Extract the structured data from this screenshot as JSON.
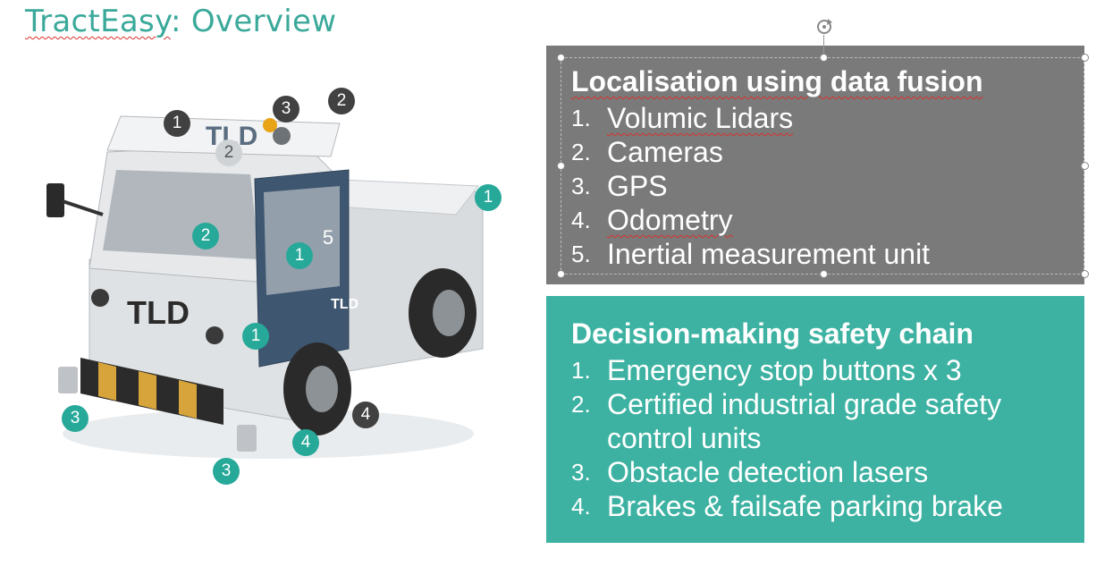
{
  "title": "TractEasy: Overview",
  "localisation": {
    "heading": "Localisation using data fusion",
    "items": [
      {
        "num": "1.",
        "label": "Volumic Lidars"
      },
      {
        "num": "2.",
        "label": "Cameras"
      },
      {
        "num": "3.",
        "label": "GPS"
      },
      {
        "num": "4.",
        "label": "Odometry"
      },
      {
        "num": "5.",
        "label": "Inertial measurement unit"
      }
    ]
  },
  "safety": {
    "heading": "Decision-making safety chain",
    "items": [
      {
        "num": "1.",
        "label": "Emergency stop buttons x 3"
      },
      {
        "num": "2.",
        "label": "Certified industrial grade safety control units"
      },
      {
        "num": "3.",
        "label": "Obstacle detection lasers"
      },
      {
        "num": "4.",
        "label": "Brakes & failsafe parking brake"
      }
    ]
  },
  "vehicle_logo": "TLD",
  "markers": {
    "dark": [
      "1",
      "3",
      "2",
      "4"
    ],
    "light": [
      "2"
    ],
    "plain": [
      "5"
    ],
    "teal": [
      "1",
      "2",
      "1",
      "1",
      "3",
      "3",
      "4"
    ]
  },
  "colors": {
    "title": "#3aa99a",
    "localisation_box": "#7a7a7a",
    "safety_box": "#3db2a2",
    "marker_teal": "#27a99a",
    "marker_dark": "#414141"
  }
}
